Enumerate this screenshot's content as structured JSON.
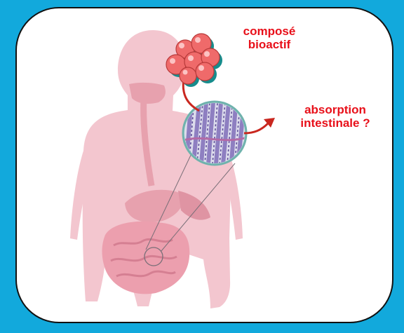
{
  "colors": {
    "background": "#12a9dc",
    "panel": "#ffffff",
    "label": "#e8101a",
    "body": "#f3c6cf",
    "organ": "#e7a1ae",
    "molecule": "#ef6a6a",
    "molecule_shadow": "#168c8c",
    "arrow": "#c9271f",
    "villi": "#8e7fc1"
  },
  "icons": [
    "body-silhouette",
    "molecule-cluster",
    "intestine-magnifier",
    "absorption-arrow"
  ],
  "labels": {
    "compound_line1": "composé",
    "compound_line2": "bioactif",
    "absorption_line1": "absorption",
    "absorption_line2": "intestinale ?"
  }
}
